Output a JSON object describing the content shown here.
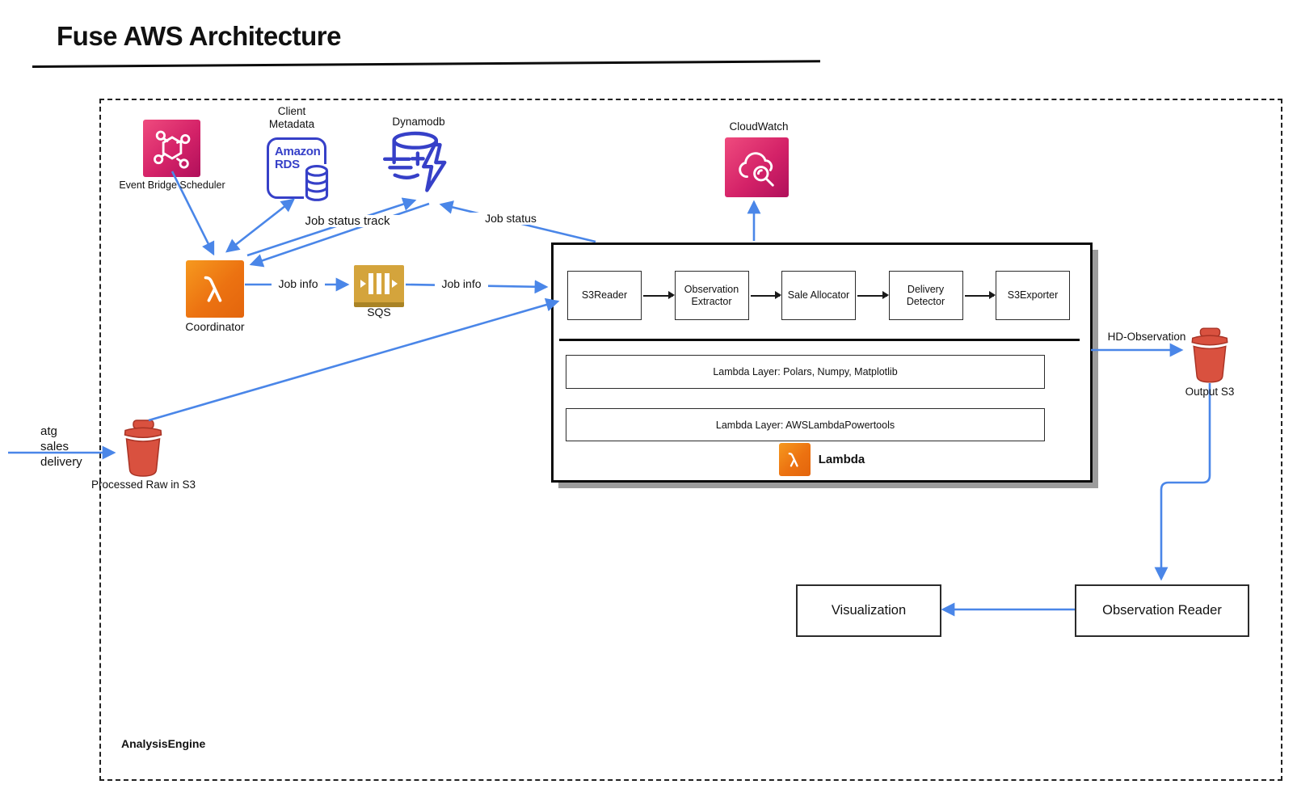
{
  "title": "Fuse AWS Architecture",
  "group": {
    "label": "AnalysisEngine"
  },
  "nodes": {
    "event_bridge_scheduler": {
      "label": "Event Bridge Scheduler"
    },
    "client_metadata": {
      "caption": "Client\nMetadata",
      "brand_top": "Amazon",
      "brand_bottom": "RDS"
    },
    "dynamodb": {
      "label": "Dynamodb"
    },
    "cloudwatch": {
      "label": "CloudWatch"
    },
    "coordinator": {
      "label": "Coordinator"
    },
    "sqs": {
      "label": "SQS"
    },
    "processed_raw_s3": {
      "label": "Processed Raw in S3"
    },
    "output_s3": {
      "label": "Output S3"
    },
    "visualization": {
      "label": "Visualization"
    },
    "observation_reader": {
      "label": "Observation Reader"
    }
  },
  "lambda_group": {
    "label": "Lambda",
    "steps": [
      "S3Reader",
      "Observation Extractor",
      "Sale Allocator",
      "Delivery Detector",
      "S3Exporter"
    ],
    "layers": [
      "Lambda Layer: Polars, Numpy, Matplotlib",
      "Lambda Layer: AWSLambdaPowertools"
    ]
  },
  "edge_labels": {
    "job_info_coordinator_sqs": "Job info",
    "job_info_sqs_lambda": "Job info",
    "job_status_track": "Job status track",
    "job_status": "Job status",
    "hd_observation": "HD-Observation",
    "external_input": "atg\nsales\ndelivery"
  },
  "colors": {
    "arrow_blue": "#4a86e8",
    "aws_pink": "#d42268",
    "aws_orange": "#ec7211",
    "db_blue": "#3640c8",
    "sqs_gold": "#d4a43c",
    "bucket_red": "#d9513f"
  }
}
